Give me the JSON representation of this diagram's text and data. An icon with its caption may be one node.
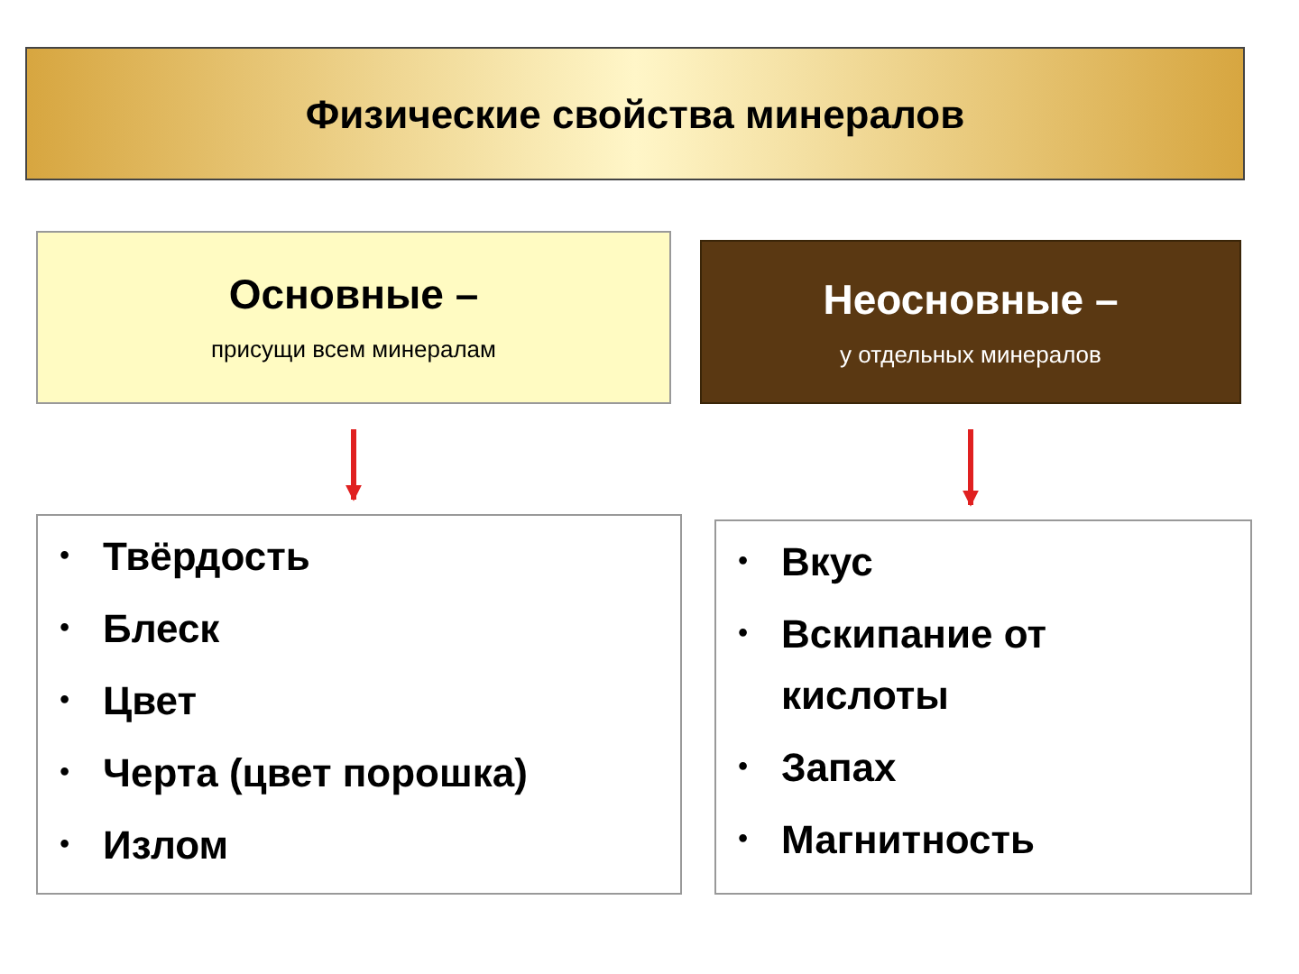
{
  "diagram": {
    "nodes": [
      {
        "text": [
          "Физические свойства минералов"
        ]
      },
      {
        "text": [
          "Основные –",
          "присущи всем минералам"
        ]
      },
      {
        "text": [
          "Неосновные –",
          "у отдельных минералов"
        ]
      },
      {
        "text": [
          "Твёрдость",
          "Блеск",
          "Цвет",
          "Черта (цвет порошка)",
          "Излом"
        ]
      },
      {
        "text": [
          "Вкус",
          "Вскипание от кислоты",
          "Запах",
          "Магнитность"
        ]
      }
    ],
    "edges": [
      {
        "from": 1,
        "to": 3,
        "arrow": "to",
        "color": "#e02020"
      },
      {
        "from": 2,
        "to": 4,
        "arrow": "to",
        "color": "#e02020"
      }
    ],
    "labels": [
      "•",
      "•",
      "•",
      "•",
      "•",
      "•",
      "•",
      "•",
      "•"
    ]
  }
}
